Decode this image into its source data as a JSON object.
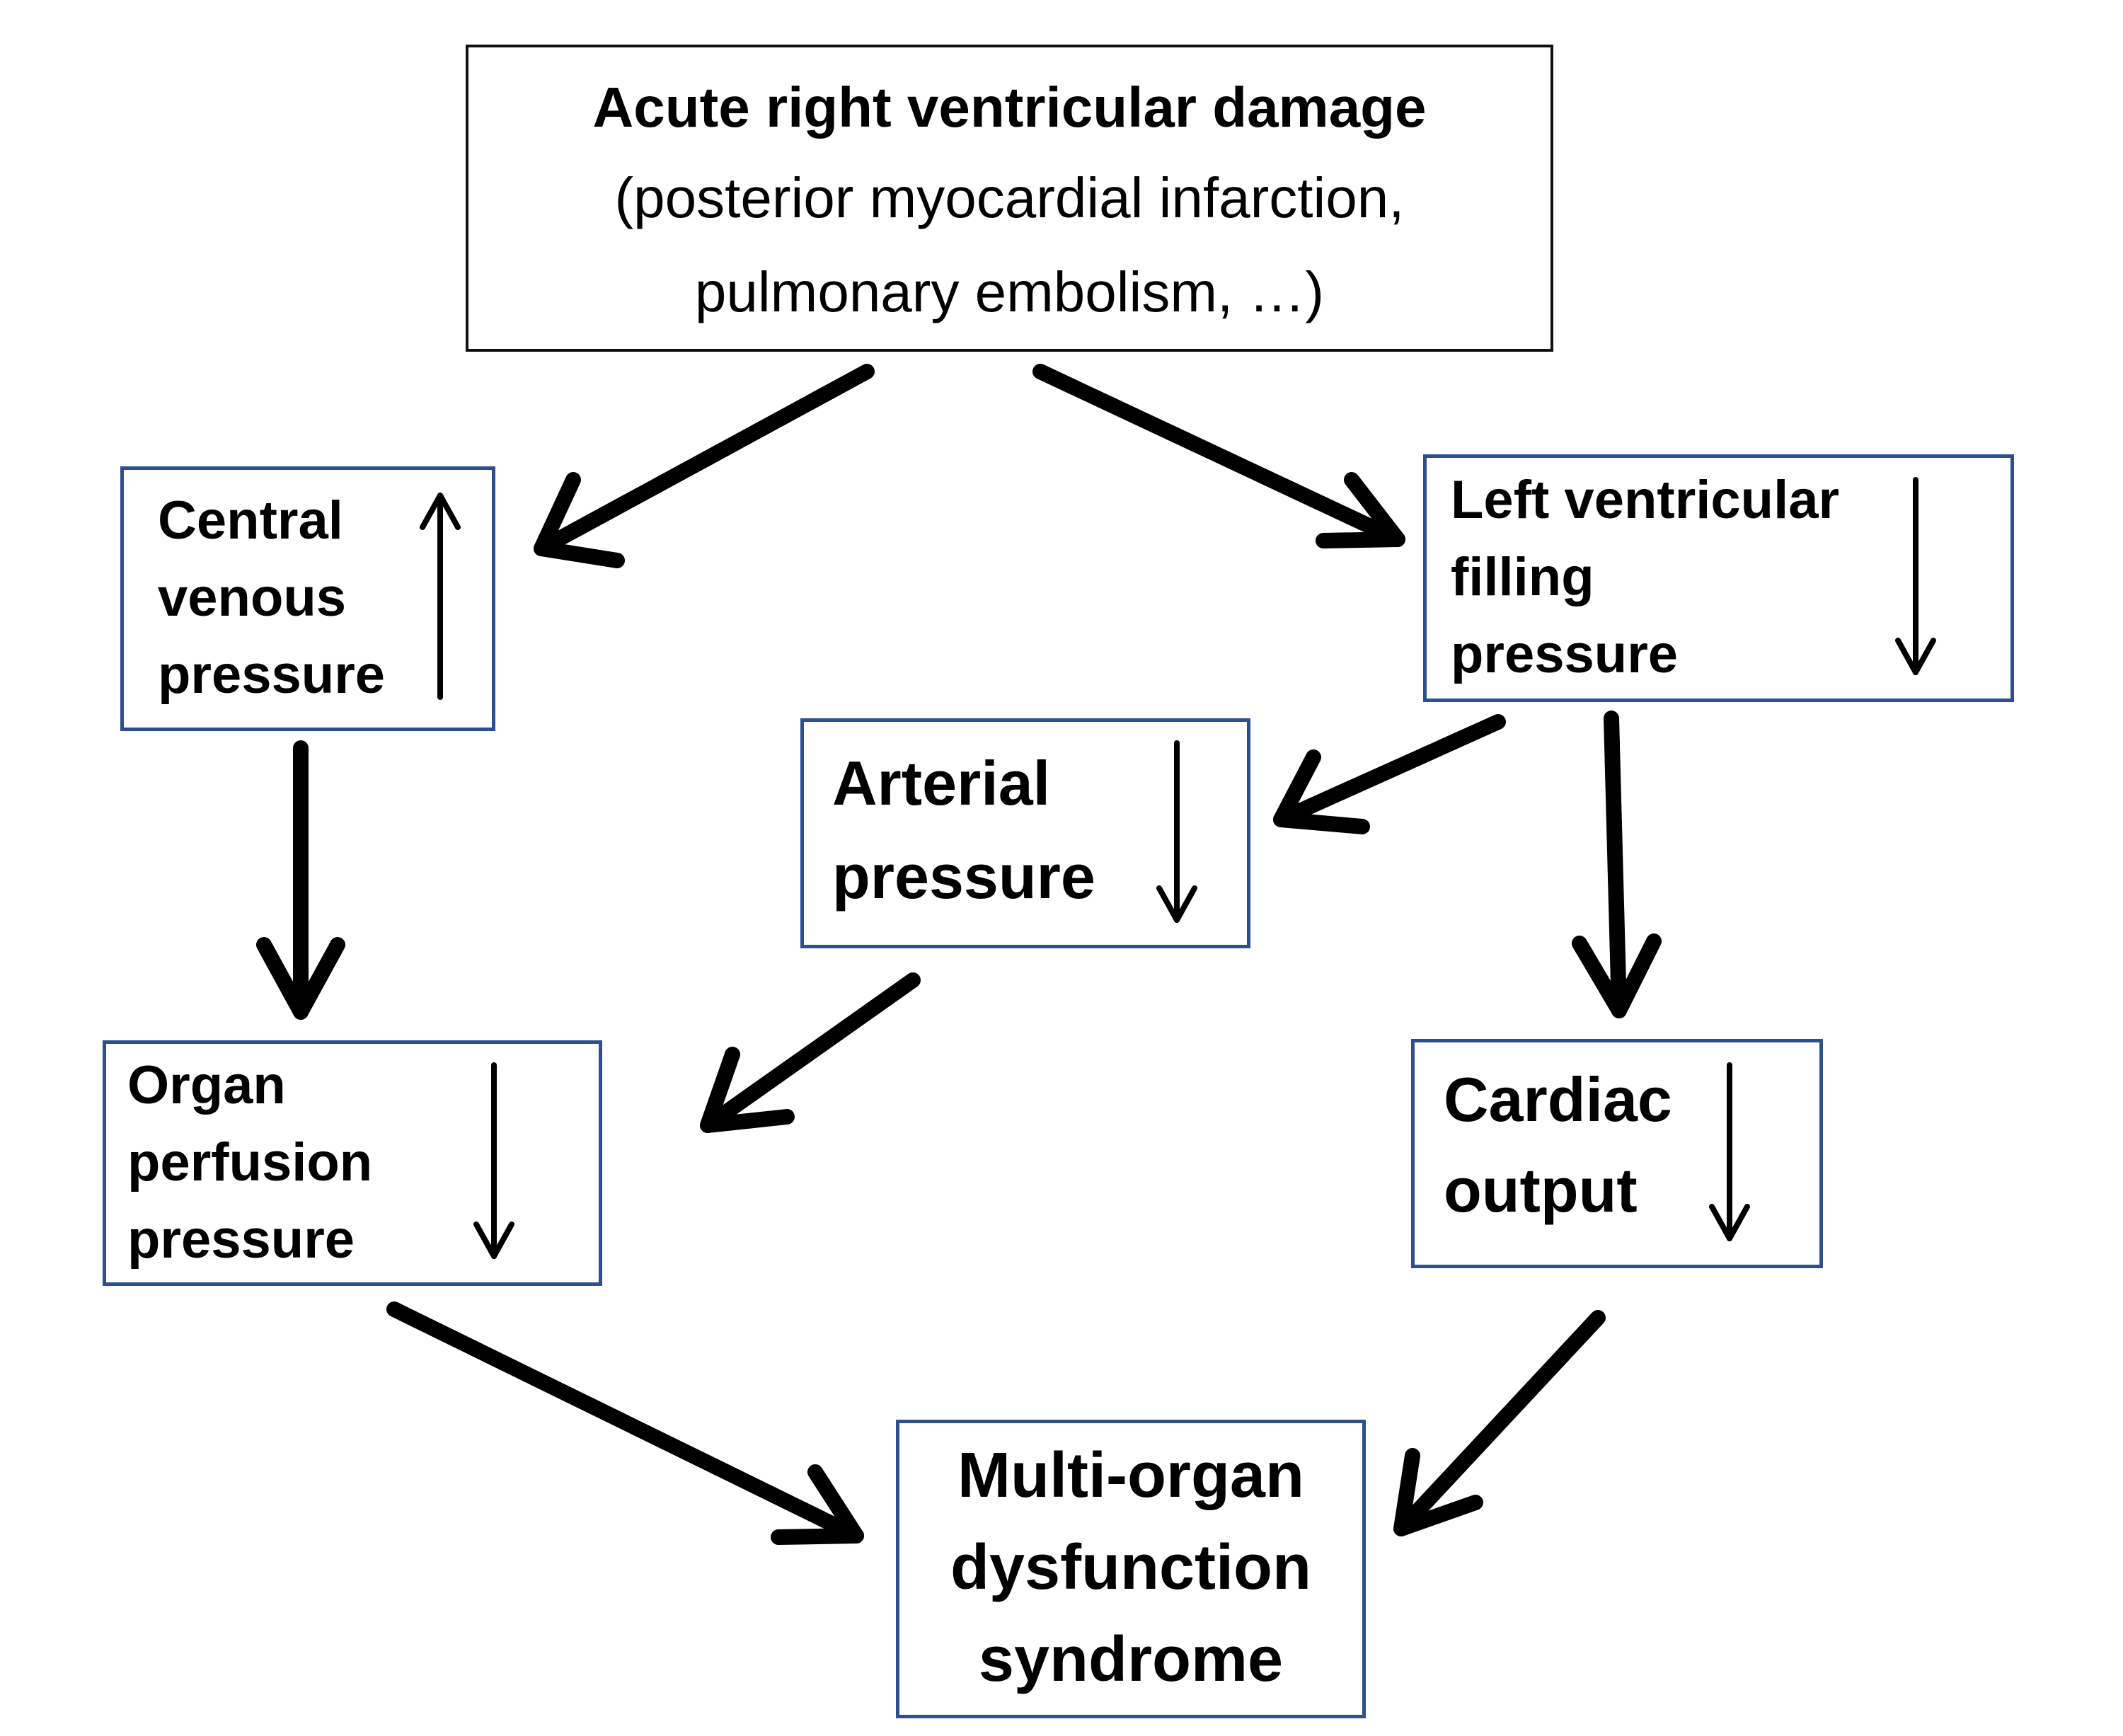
{
  "nodes": {
    "root": {
      "title": "Acute right ventricular damage",
      "detail_line1": "(posterior myocardial infarction,",
      "detail_line2": "pulmonary embolism, …)"
    },
    "cvp": {
      "lines": [
        "Central",
        "venous",
        "pressure"
      ],
      "trend": "up"
    },
    "lvfp": {
      "lines": [
        "Left ventricular",
        "filling",
        "pressure"
      ],
      "trend": "down"
    },
    "ap": {
      "lines": [
        "Arterial",
        "pressure"
      ],
      "trend": "down"
    },
    "opp": {
      "lines": [
        "Organ",
        "perfusion",
        "pressure"
      ],
      "trend": "down"
    },
    "co": {
      "lines": [
        "Cardiac",
        "output"
      ],
      "trend": "down"
    },
    "mods": {
      "lines": [
        "Multi-organ",
        "dysfunction",
        "syndrome"
      ]
    }
  },
  "edges": [
    {
      "from": "root",
      "to": "cvp"
    },
    {
      "from": "root",
      "to": "lvfp"
    },
    {
      "from": "cvp",
      "to": "opp"
    },
    {
      "from": "lvfp",
      "to": "ap"
    },
    {
      "from": "lvfp",
      "to": "co"
    },
    {
      "from": "ap",
      "to": "opp"
    },
    {
      "from": "opp",
      "to": "mods"
    },
    {
      "from": "co",
      "to": "mods"
    }
  ],
  "colors": {
    "box_border": "#2e4f8f",
    "top_border": "#111111",
    "arrow": "#000000"
  }
}
